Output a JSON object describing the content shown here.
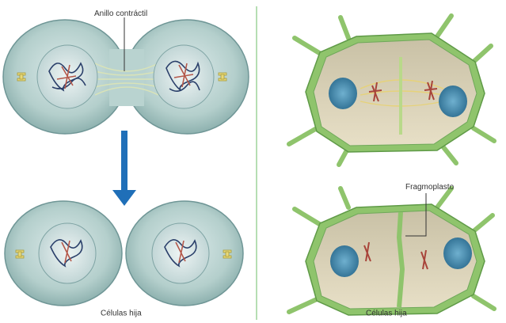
{
  "labels": {
    "contractile_ring": "Anillo contráctil",
    "daughter_cells_left": "Células hija",
    "phragmoplast": "Fragmoplasto",
    "daughter_cells_right": "Células hija"
  },
  "colors": {
    "animal_cell_fill": "#b4cfcc",
    "animal_cell_edge": "#6f9696",
    "nucleus": "#d6e4e4",
    "chromosome_blue": "#2a3f6a",
    "chromosome_red": "#b4584a",
    "arrow": "#1f6fb8",
    "divider": "#9ed49a",
    "plant_wall": "#8fc46c",
    "plant_cytoplasm": "#ddd3b6",
    "plant_nucleus": "#3e87a9"
  },
  "icons": [
    "down-arrow-icon"
  ]
}
